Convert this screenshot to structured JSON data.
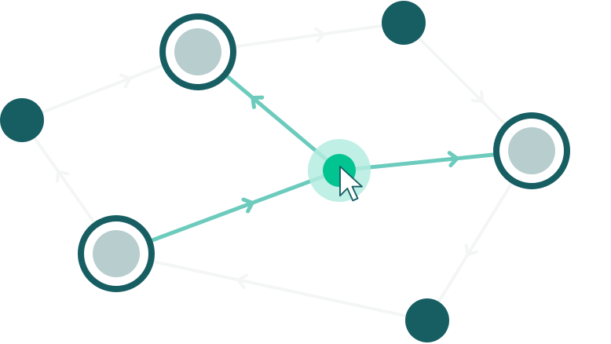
{
  "diagram": {
    "type": "network-graph",
    "colors": {
      "dark_node": "#175e63",
      "ring_stroke": "#175e63",
      "ring_inner_fill": "#b8cdce",
      "active_node": "#02c491",
      "active_halo": "#b4ece1",
      "active_edge": "#6ccbbd",
      "inactive_edge": "#f3f6f5",
      "cursor_fill": "#ffffff",
      "cursor_stroke": "#175e63"
    },
    "nodes": [
      {
        "id": "ring-top",
        "kind": "ring"
      },
      {
        "id": "ring-right",
        "kind": "ring"
      },
      {
        "id": "ring-bottom-left",
        "kind": "ring"
      },
      {
        "id": "dot-top-right",
        "kind": "dot"
      },
      {
        "id": "dot-left",
        "kind": "dot"
      },
      {
        "id": "dot-bottom",
        "kind": "dot"
      },
      {
        "id": "active-center",
        "kind": "active"
      }
    ],
    "edges": [
      {
        "from": "active-center",
        "to": "ring-top",
        "state": "active"
      },
      {
        "from": "active-center",
        "to": "ring-right",
        "state": "active"
      },
      {
        "from": "ring-bottom-left",
        "to": "active-center",
        "state": "active"
      },
      {
        "from": "dot-left",
        "to": "ring-top",
        "state": "inactive"
      },
      {
        "from": "ring-top",
        "to": "dot-top-right",
        "state": "inactive"
      },
      {
        "from": "dot-top-right",
        "to": "ring-right",
        "state": "inactive"
      },
      {
        "from": "ring-bottom-left",
        "to": "dot-left",
        "state": "inactive"
      },
      {
        "from": "dot-bottom",
        "to": "ring-bottom-left",
        "state": "inactive"
      },
      {
        "from": "ring-right",
        "to": "dot-bottom",
        "state": "inactive"
      }
    ],
    "cursor": {
      "icon": "pointer-cursor-icon",
      "over": "active-center"
    }
  }
}
